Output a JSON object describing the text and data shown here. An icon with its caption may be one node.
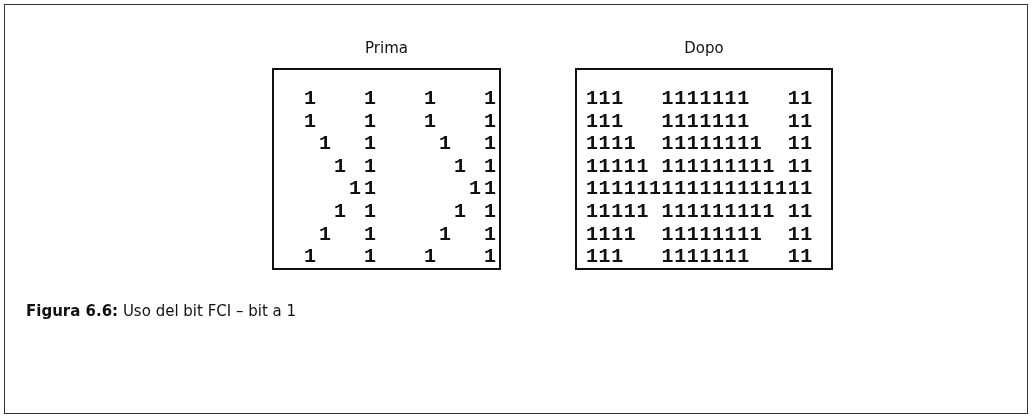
{
  "diagram": {
    "caption": "**Figura 6.6:** Uso del bit FCI – bit a 1",
    "nodes": [
      {
        "text": [
          "Prima"
        ]
      },
      {
        "text": [
          "Dopo"
        ]
      }
    ],
    "edges": [],
    "labels": [
      "1   1   1   1",
      "1   1   1   1",
      " 1  1    1  1",
      "  1 1     1 1",
      "   11      11",
      "  1 1     1 1",
      " 1  1    1  1",
      "1   1   1   1",
      "111   1111111   11",
      "111   1111111   11",
      "1111  11111111  11",
      "11111 111111111 11",
      "111111111111111111",
      "11111 111111111 11",
      "1111  11111111  11",
      "111   1111111   11"
    ]
  }
}
